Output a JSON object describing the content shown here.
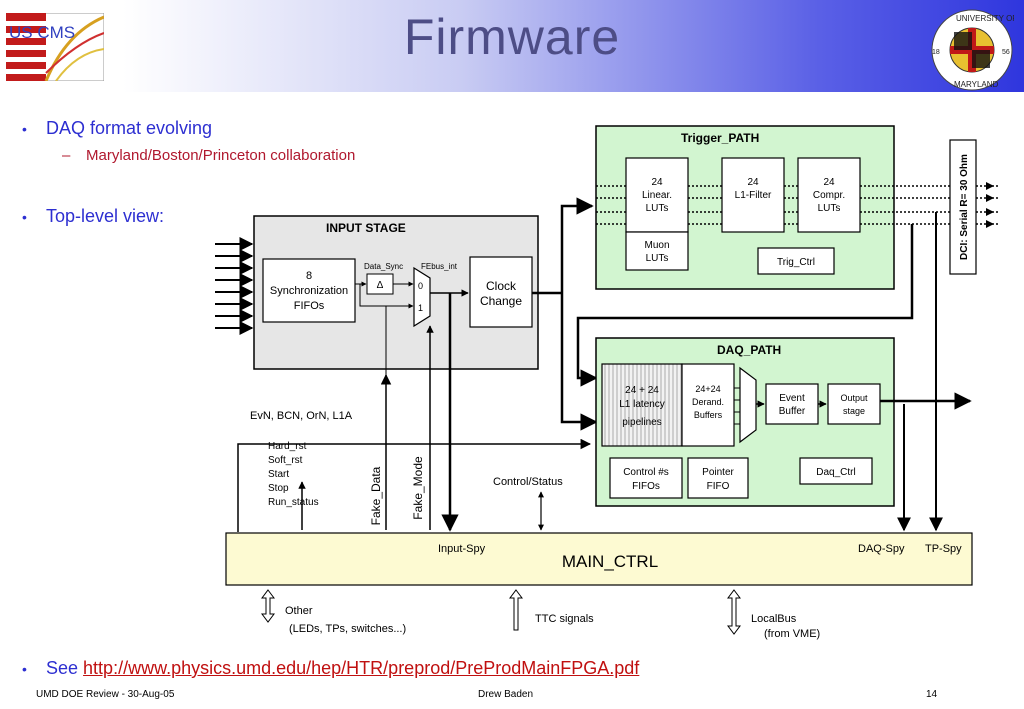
{
  "slide": {
    "title": "Firmware",
    "bullets": [
      {
        "text": "DAQ format evolving",
        "sub": "Maryland/Boston/Princeton collaboration"
      },
      {
        "text": "Top-level view:"
      }
    ],
    "see_prefix": "See",
    "see_link": "http://www.physics.umd.edu/hep/HTR/preprod/PreProdMainFPGA.pdf",
    "bullet_glyph": "•",
    "sub_glyph": "–"
  },
  "logos": {
    "left": "US CMS",
    "right_top": "UNIVERSITY OF",
    "right_bottom": "MARYLAND",
    "right_year_left": "18",
    "right_year_right": "56"
  },
  "footer": {
    "left": "UMD DOE Review - 30-Aug-05",
    "center": "Drew Baden",
    "right": "14"
  },
  "diagram": {
    "input_stage": {
      "title": "INPUT STAGE",
      "sync_fifos": [
        "8",
        "Synchronization",
        "FIFOs"
      ],
      "data_sync": "Data_Sync",
      "delta": "Δ",
      "febus_int": "FEbus_int",
      "mux0": "0",
      "mux1": "1",
      "clock_change": [
        "Clock",
        "Change"
      ]
    },
    "trigger_path": {
      "title": "Trigger_PATH",
      "linear_luts": [
        "24",
        "Linear.",
        "LUTs"
      ],
      "l1_filter": [
        "24",
        "L1-Filter"
      ],
      "compr_luts": [
        "24",
        "Compr.",
        "LUTs"
      ],
      "muon_luts": [
        "Muon",
        "LUTs"
      ],
      "trig_ctrl": "Trig_Ctrl"
    },
    "daq_path": {
      "title": "DAQ_PATH",
      "pipelines": [
        "24 + 24",
        "L1 latency",
        "pipelines"
      ],
      "derand": [
        "24+24",
        "Derand.",
        "Buffers"
      ],
      "event_buffer": [
        "Event",
        "Buffer"
      ],
      "output_stage": [
        "Output",
        "stage"
      ],
      "control_fifos": [
        "Control #s",
        "FIFOs"
      ],
      "pointer_fifo": [
        "Pointer",
        "FIFO"
      ],
      "daq_ctrl": "Daq_Ctrl"
    },
    "dci": "DCI: Serial R= 30 Ohm",
    "evn_label": "EvN, BCN, OrN, L1A",
    "control_signals": [
      "Hard_rst",
      "Soft_rst",
      "Start",
      "Stop",
      "Run_status"
    ],
    "fake_data": "Fake_Data",
    "fake_mode": "Fake_Mode",
    "control_status": "Control/Status",
    "main_ctrl": "MAIN_CTRL",
    "input_spy": "Input-Spy",
    "daq_spy": "DAQ-Spy",
    "tp_spy": "TP-Spy",
    "other": [
      "Other",
      "(LEDs, TPs, switches...)"
    ],
    "ttc": "TTC signals",
    "localbus": [
      "LocalBus",
      "(from VME)"
    ]
  }
}
